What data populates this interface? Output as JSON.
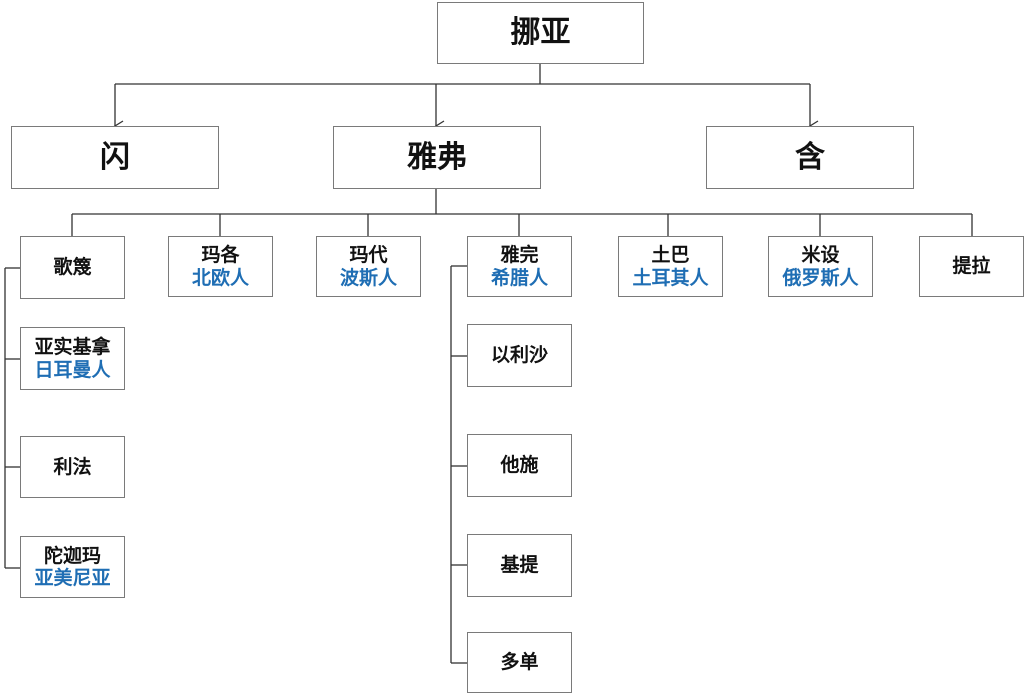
{
  "tree": {
    "root": {
      "name": "挪亚"
    },
    "sons": [
      {
        "name": "闪"
      },
      {
        "name": "雅弗"
      },
      {
        "name": "含"
      }
    ],
    "japheth_sons": [
      {
        "name": "歌篾"
      },
      {
        "name": "玛各",
        "people": "北欧人"
      },
      {
        "name": "玛代",
        "people": "波斯人"
      },
      {
        "name": "雅完",
        "people": "希腊人"
      },
      {
        "name": "土巴",
        "people": "土耳其人"
      },
      {
        "name": "米设",
        "people": "俄罗斯人"
      },
      {
        "name": "提拉"
      }
    ],
    "gomer_sons": [
      {
        "name": "亚实基拿",
        "people": "日耳曼人"
      },
      {
        "name": "利法"
      },
      {
        "name": "陀迦玛",
        "people": "亚美尼亚"
      }
    ],
    "javan_sons": [
      {
        "name": "以利沙"
      },
      {
        "name": "他施"
      },
      {
        "name": "基提"
      },
      {
        "name": "多单"
      }
    ]
  },
  "colors": {
    "border": "#7a7a7a",
    "line": "#333333",
    "text": "#111111",
    "people": "#1f6eb4"
  }
}
